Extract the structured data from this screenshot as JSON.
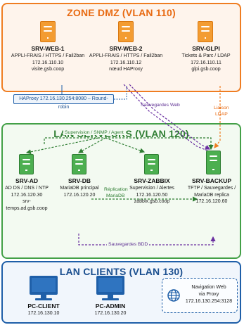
{
  "zones": {
    "dmz": {
      "title": "ZONE DMZ (VLAN 110)"
    },
    "lan": {
      "title": "LAN SERVEURS (VLAN 120)"
    },
    "clients": {
      "title": "LAN CLIENTS (VLAN 130)"
    }
  },
  "dmz_servers": [
    {
      "name": "SRV-WEB-1",
      "line1": "APPLI-FRAIS / HTTPS / Fail2ban",
      "ip": "172.16.110.10",
      "line3": "visite.gsb.coop"
    },
    {
      "name": "SRV-WEB-2",
      "line1": "APPLI-FRAIS / HTTPS / Fail2ban",
      "ip": "172.16.110.12",
      "line3": "nœud HAProxy"
    },
    {
      "name": "SRV-GLPI",
      "line1": "Tickets & Parc / LDAP",
      "ip": "172.16.110.11",
      "line3": "glpi.gsb.coop"
    }
  ],
  "haproxy": {
    "text": "HAProxy 172.16.130.254:8080 – Round-robin"
  },
  "links": {
    "web_backup": "Sauvegardes Web",
    "ldap_1": "Liaison",
    "ldap_2": "LDAP",
    "supervision": "Supervision / SNMP / Agent",
    "replication_1": "Réplication",
    "replication_2": "MariaDB",
    "bdd_backup": "Sauvegardes BDD"
  },
  "lan_servers": {
    "ad": {
      "name": "SRV-AD",
      "line1": "AD DS / DNS / NTP",
      "ip": "172.16.120.30",
      "line3": "srv-temps.ad.gsb.coop"
    },
    "db": {
      "name": "SRV-DB",
      "line1": "MariaDB principal",
      "ip": "172.16.120.20"
    },
    "zabbix": {
      "name": "SRV-ZABBIX",
      "line1": "Supervision / Alertes",
      "ip": "172.16.120.50",
      "line3": "zabbix.gsb.coop"
    },
    "backup": {
      "name": "SRV-BACKUP",
      "line1": "TFTP / Sauvegardes /",
      "line2": "MariaDB replica",
      "ip": "172.16.120.60"
    }
  },
  "clients": [
    {
      "name": "PC-CLIENT",
      "ip": "172.16.130.10"
    },
    {
      "name": "PC-ADMIN",
      "ip": "172.16.130.20"
    }
  ],
  "nav": {
    "line1": "Navigation Web",
    "line2": "via Proxy",
    "line3": "172.16.130.254:3128"
  },
  "colors": {
    "dmz": "#ef7d22",
    "lan": "#43a047",
    "clients": "#1f5fa8",
    "purple": "#6a2fa0"
  }
}
